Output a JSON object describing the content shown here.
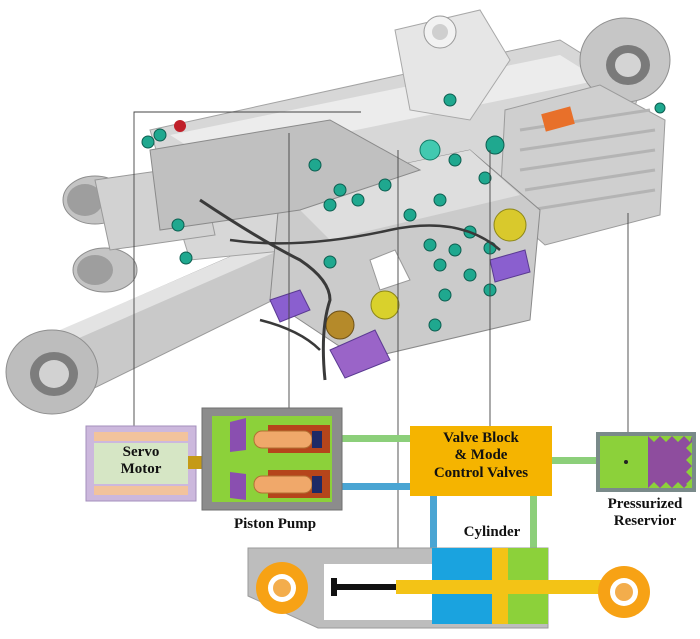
{
  "labels": {
    "servo_motor": [
      "Servo",
      "Motor"
    ],
    "valve_block": [
      "Valve Block",
      "& Mode",
      "Control Valves"
    ],
    "piston_pump": "Piston Pump",
    "cylinder": "Cylinder",
    "reservoir": [
      "Pressurized",
      "Reservior"
    ]
  },
  "colors": {
    "background": "#ffffff",
    "servo_box": "#ccb8dd",
    "servo_bars": "#f2c39c",
    "servo_inner": "#d6e6c5",
    "pump_frame": "#8c8c8c",
    "pump_green": "#8cd13a",
    "pump_piston": "#f0a86a",
    "pump_dark": "#1e2a66",
    "shaft": "#c59a16",
    "valve_block": "#f5b400",
    "reservoir_green": "#8cd13a",
    "reservoir_purple": "#8e4d9e",
    "reservoir_frame": "#7a8a8a",
    "hyd_green": "#8ccf7a",
    "hyd_blue": "#4aa5d3",
    "cyl_gray": "#bdbdbd",
    "cyl_blue": "#1aa3df",
    "cyl_green": "#8cd13a",
    "rod_yellow": "#f3c316",
    "eye_orange": "#f7a215",
    "leader": "#444444"
  }
}
